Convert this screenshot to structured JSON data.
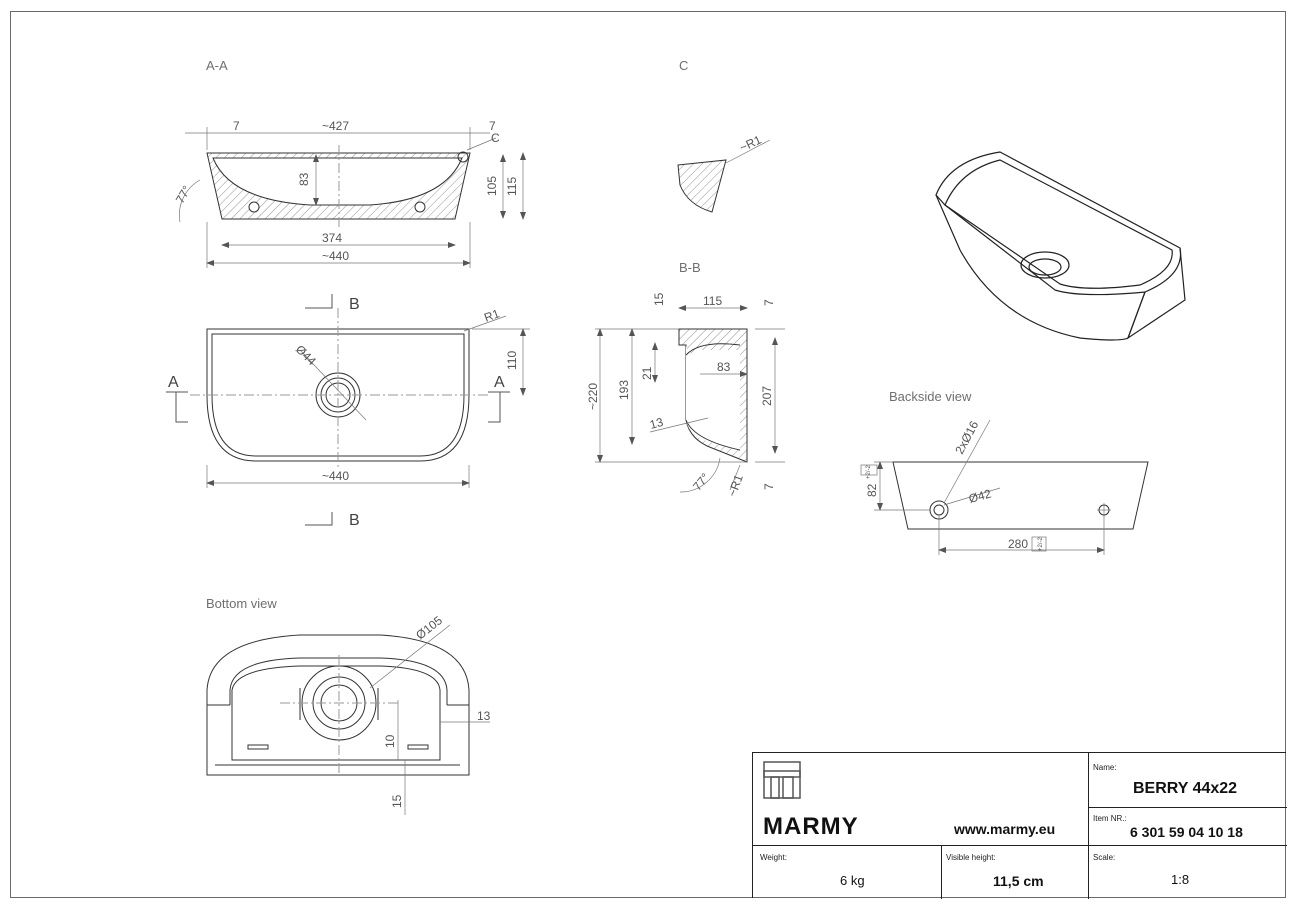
{
  "views": {
    "aa": {
      "label": "A-A",
      "dims": {
        "left_wall": "7",
        "top_width": "~427",
        "right_wall": "7",
        "detail": "C",
        "angle": "77°",
        "inner_depth": "83",
        "inner_height": "105",
        "total_height": "115",
        "bottom_width": "374",
        "overall_width": "~440"
      }
    },
    "top": {
      "section_b": "B",
      "section_a": "A",
      "radius": "R1",
      "hole_dia": "Ø44",
      "half_depth": "110",
      "overall_width": "~440"
    },
    "detail_c": {
      "label": "C",
      "radius": "~R1"
    },
    "bb": {
      "label": "B-B",
      "dims": {
        "rim": "15",
        "width": "115",
        "top_gap": "7",
        "overall": "~220",
        "height193": "193",
        "depth21": "21",
        "inner83": "83",
        "height207": "207",
        "bottom13": "13",
        "angle": "77°",
        "radius": "~R1",
        "bottom_gap": "7"
      }
    },
    "backside": {
      "label": "Backside view",
      "holes": "2xØ16",
      "hole_dia": "Ø42",
      "height": "82",
      "tol_height": "+2/-2",
      "spacing": "280",
      "tol_spacing": "+2/-2"
    },
    "bottom": {
      "label": "Bottom view",
      "dia": "Ø105",
      "d13": "13",
      "d10": "10",
      "d15": "15"
    }
  },
  "title_block": {
    "brand": "MARMY",
    "website": "www.marmy.eu",
    "name_label": "Name:",
    "name": "BERRY 44x22",
    "item_label": "Item NR.:",
    "item_nr": "6 301 59 04 10 18",
    "weight_label": "Weight:",
    "weight": "6 kg",
    "visible_height_label": "Visible height:",
    "visible_height": "11,5 cm",
    "scale_label": "Scale:",
    "scale": "1:8"
  }
}
